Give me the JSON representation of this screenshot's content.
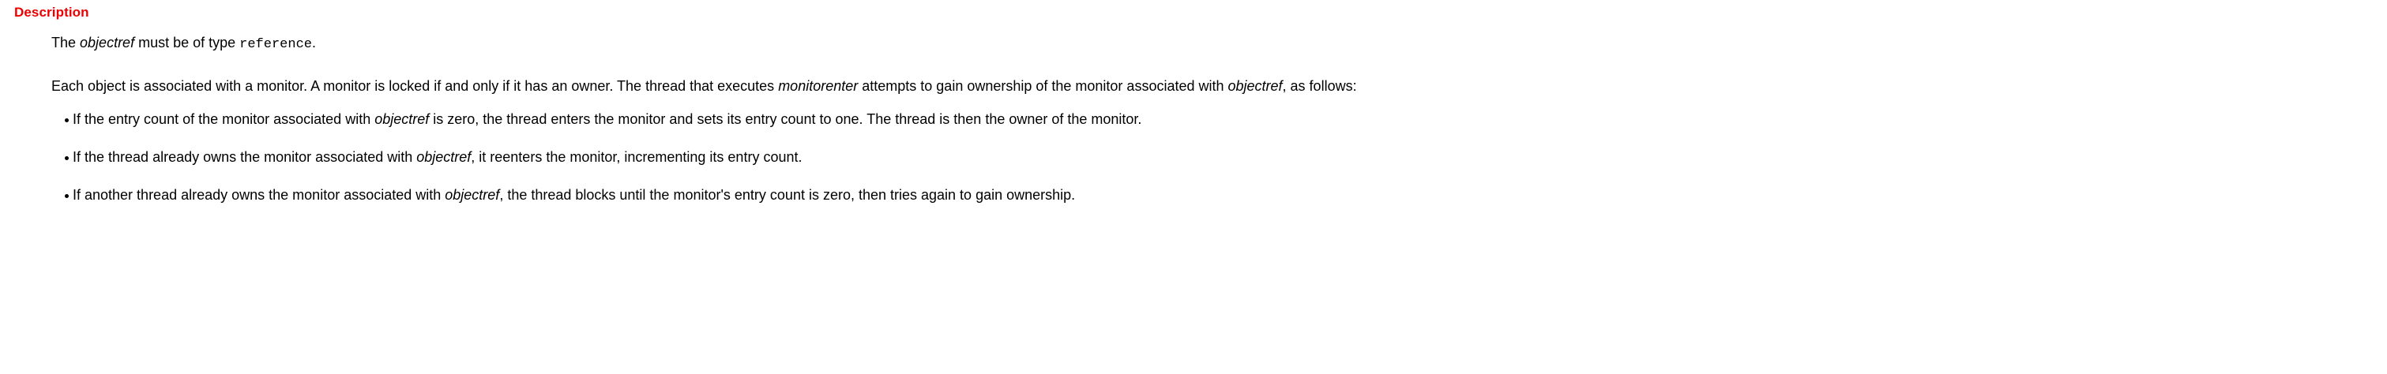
{
  "heading": {
    "label": "Description",
    "color": "#ee0000"
  },
  "paragraphs": {
    "p1": {
      "pre": "The ",
      "em1": "objectref",
      "mid": " must be of type ",
      "code1": "reference",
      "post": "."
    },
    "p2": {
      "pre": "Each object is associated with a monitor. A monitor is locked if and only if it has an owner. The thread that executes ",
      "em1": "monitorenter",
      "mid": " attempts to gain ownership of the monitor associated with ",
      "em2": "objectref",
      "post": ", as follows:"
    }
  },
  "bullets": [
    {
      "pre": "If the entry count of the monitor associated with ",
      "em1": "objectref",
      "post": " is zero, the thread enters the monitor and sets its entry count to one. The thread is then the owner of the monitor."
    },
    {
      "pre": "If the thread already owns the monitor associated with ",
      "em1": "objectref",
      "post": ", it reenters the monitor, incrementing its entry count."
    },
    {
      "pre": "If another thread already owns the monitor associated with ",
      "em1": "objectref",
      "post": ", the thread blocks until the monitor's entry count is zero, then tries again to gain ownership."
    }
  ]
}
